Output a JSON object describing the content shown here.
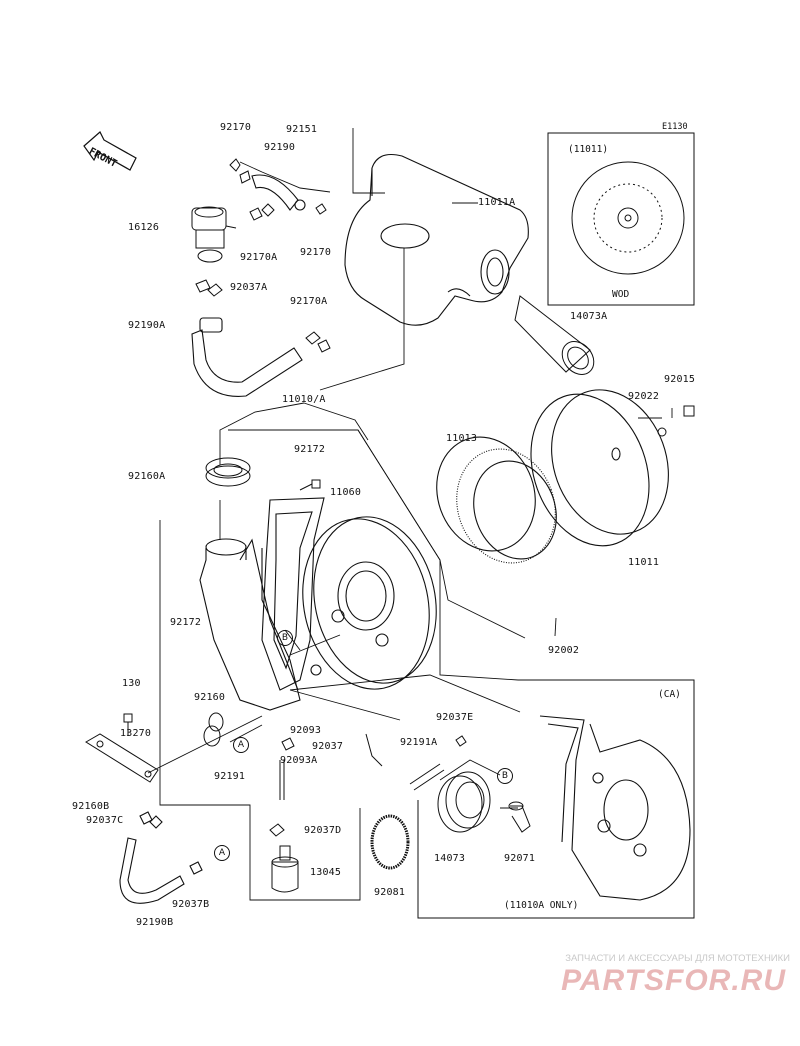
{
  "diagram": {
    "code": "E1130",
    "front_label": "FRONT",
    "boxes": {
      "inset_top_label": "(11011)",
      "inset_top_caption": "WOD",
      "inset_ca_label": "(CA)",
      "inset_ca_caption": "(11010A ONLY)"
    },
    "circle_refs": [
      "A",
      "B"
    ],
    "parts": {
      "p92170": "92170",
      "p92190": "92190",
      "p92151": "92151",
      "p11011A": "11011A",
      "p16126": "16126",
      "p92170A_1": "92170A",
      "p92170_2": "92170",
      "p92037A": "92037A",
      "p92170A_2": "92170A",
      "p92190A": "92190A",
      "p14073A": "14073A",
      "p11010A": "11010/A",
      "p92015": "92015",
      "p92022": "92022",
      "p92172_1": "92172",
      "p11013": "11013",
      "p92160A": "92160A",
      "p11060": "11060",
      "p11011": "11011",
      "p92172_2": "92172",
      "p92002": "92002",
      "p130": "130",
      "p92160": "92160",
      "p92093": "92093",
      "p92037E": "92037E",
      "p13270": "13270",
      "p92037": "92037",
      "p92093A": "92093A",
      "p92191A": "92191A",
      "p92191": "92191",
      "p92160B": "92160B",
      "p92037C": "92037C",
      "p92037D": "92037D",
      "p14073": "14073",
      "p92071": "92071",
      "p13045": "13045",
      "p92081": "92081",
      "p92037B": "92037B",
      "p92190B": "92190B"
    }
  },
  "watermark": {
    "line": "ЗАПЧАСТИ И АКСЕССУАРЫ ДЛЯ МОТОТЕХНИКИ",
    "logo": "PARTSFOR.RU"
  }
}
